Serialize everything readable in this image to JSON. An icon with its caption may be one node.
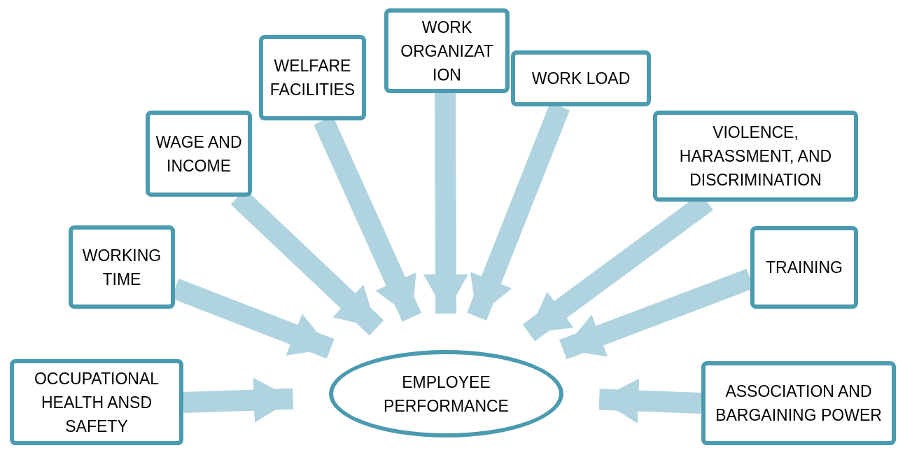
{
  "diagram": {
    "nodes": [
      {
        "text": [
          "OCCUPATIONAL HEALTH ANSD SAFETY"
        ]
      },
      {
        "text": [
          "WORKING TIME"
        ]
      },
      {
        "text": [
          "WAGE AND INCOME"
        ]
      },
      {
        "text": [
          "WELFARE FACILITIES"
        ]
      },
      {
        "text": [
          "WORK ORGANIZAT ION"
        ]
      },
      {
        "text": [
          "WORK LOAD"
        ]
      },
      {
        "text": [
          "VIOLENCE, HARASSMENT, AND DISCRIMINATION"
        ]
      },
      {
        "text": [
          "TRAINING"
        ]
      },
      {
        "text": [
          "ASSOCIATION AND BARGAINING POWER"
        ]
      },
      {
        "text": [
          "EMPLOYEE PERFORMANCE"
        ]
      }
    ],
    "edges": [
      {
        "from": 0,
        "to": 9,
        "arrow": "to"
      },
      {
        "from": 1,
        "to": 9,
        "arrow": "to"
      },
      {
        "from": 2,
        "to": 9,
        "arrow": "to"
      },
      {
        "from": 3,
        "to": 9,
        "arrow": "to"
      },
      {
        "from": 4,
        "to": 9,
        "arrow": "to"
      },
      {
        "from": 5,
        "to": 9,
        "arrow": "to"
      },
      {
        "from": 6,
        "to": 9,
        "arrow": "to"
      },
      {
        "from": 7,
        "to": 9,
        "arrow": "to"
      },
      {
        "from": 8,
        "to": 9,
        "arrow": "to"
      }
    ]
  }
}
